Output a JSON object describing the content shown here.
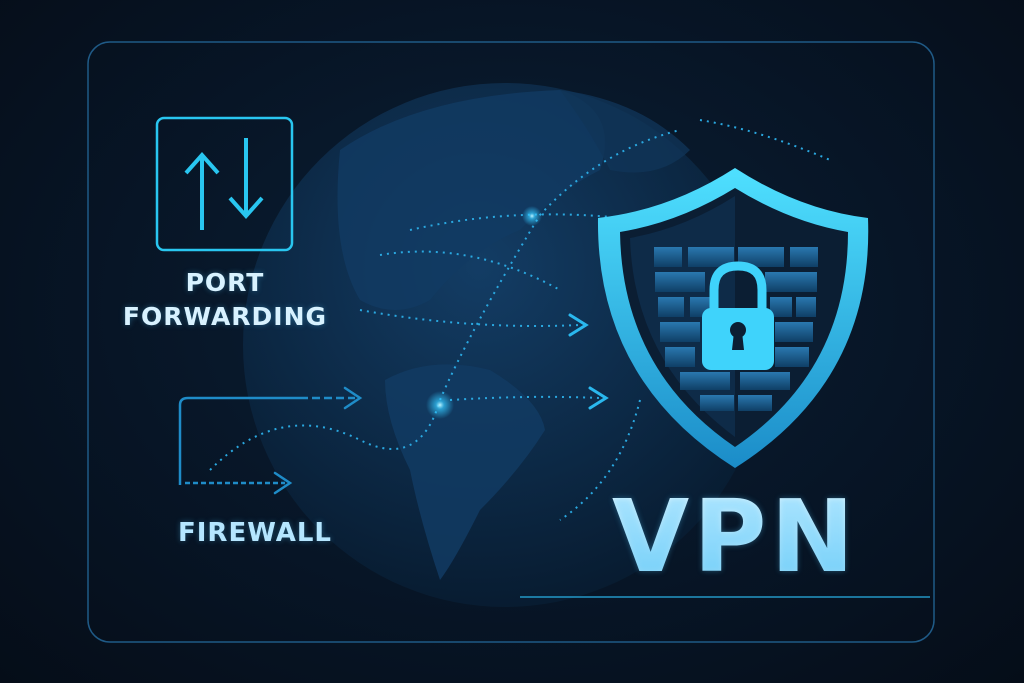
{
  "labels": {
    "port_line1": "PORT",
    "port_line2": "FORWARDING",
    "firewall": "FIREWALL",
    "vpn": "VPN"
  },
  "icons": [
    "up-down-arrows-icon",
    "shield-icon",
    "lock-icon",
    "brick-wall-icon",
    "globe-icon",
    "arrow-right-icon"
  ],
  "colors": {
    "accent": "#29c6f0",
    "background": "#071526",
    "panel_border": "#1f5a86",
    "text": "#d8f2ff"
  }
}
